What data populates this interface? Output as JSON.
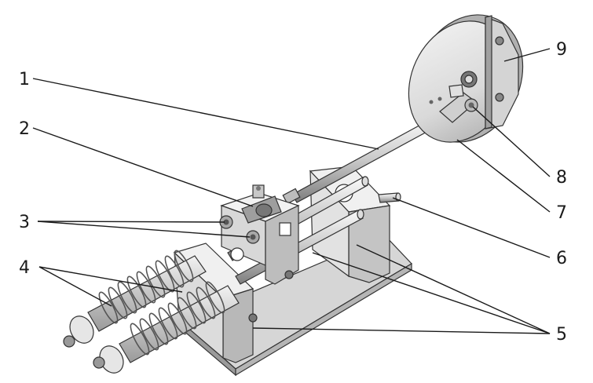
{
  "labels": [
    {
      "id": "1",
      "text": "1"
    },
    {
      "id": "2",
      "text": "2"
    },
    {
      "id": "3",
      "text": "3"
    },
    {
      "id": "4",
      "text": "4"
    },
    {
      "id": "5",
      "text": "5"
    },
    {
      "id": "6",
      "text": "6"
    },
    {
      "id": "7",
      "text": "7"
    },
    {
      "id": "8",
      "text": "8"
    },
    {
      "id": "9",
      "text": "9"
    }
  ],
  "colors": {
    "metal_light": "#e6e6e6",
    "metal_mid": "#c8c8c8",
    "metal_dark": "#8f8f8f",
    "outline": "#333333",
    "leader": "#1a1a1a"
  }
}
